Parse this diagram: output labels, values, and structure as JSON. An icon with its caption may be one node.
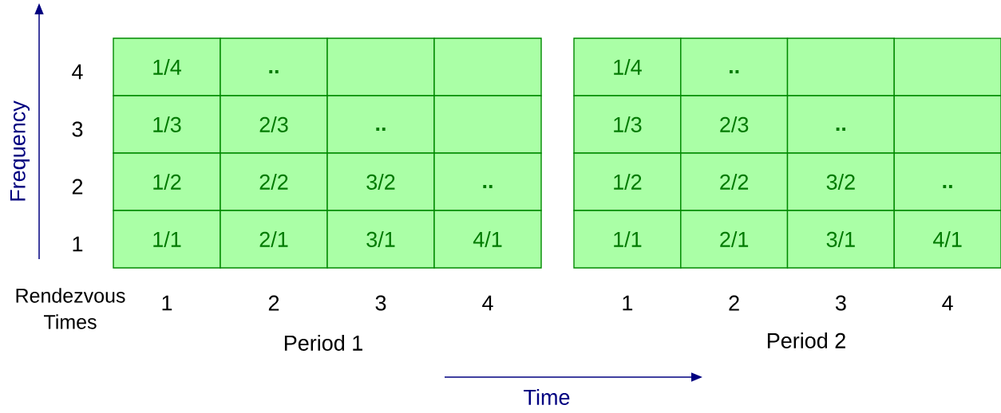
{
  "diagram": {
    "labels": [
      "Frequency",
      "4",
      "1/4",
      "..",
      "1/4",
      "..",
      "3",
      "1/3",
      "2/3",
      "..",
      "1/3",
      "2/3",
      "..",
      "2",
      "1/2",
      "2/2",
      "3/2",
      "..",
      "1/2",
      "2/2",
      "3/2",
      "..",
      "1",
      "1/1",
      "2/1",
      "3/1",
      "4/1",
      "1/1",
      "2/1",
      "3/1",
      "4/1",
      "Rendezvous Times",
      "1",
      "2",
      "3",
      "4",
      "1",
      "2",
      "3",
      "4",
      "Period 1",
      "Period 2",
      "Time"
    ]
  }
}
